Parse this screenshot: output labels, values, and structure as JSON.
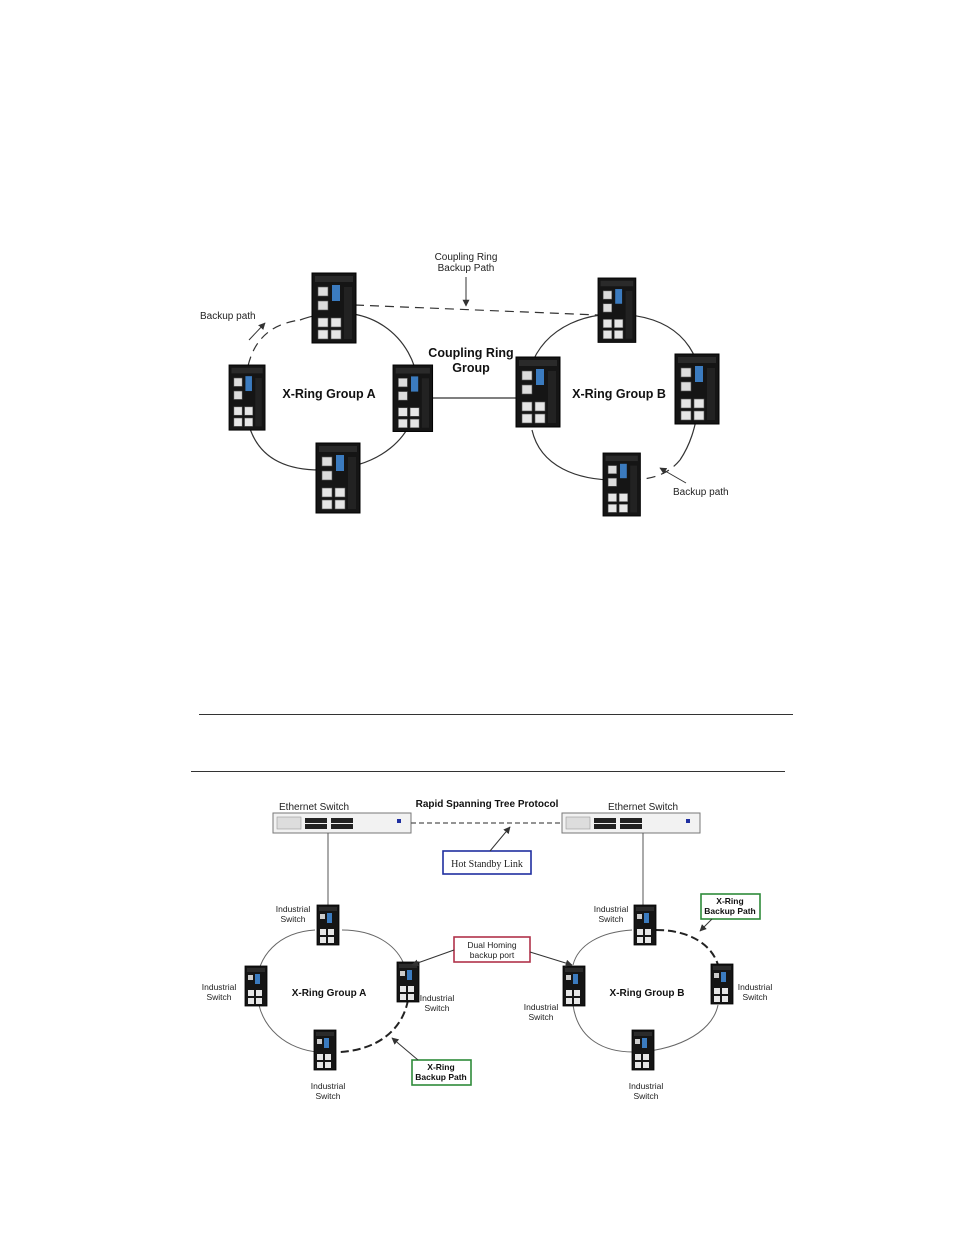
{
  "diagram1": {
    "coupling_backup_line1": "Coupling Ring",
    "coupling_backup_line2": "Backup Path",
    "backup_path_left": "Backup path",
    "backup_path_right": "Backup path",
    "coupling_group_line1": "Coupling Ring",
    "coupling_group_line2": "Group",
    "group_a": "X-Ring Group A",
    "group_b": "X-Ring Group B"
  },
  "diagram2": {
    "ethernet_switch_left": "Ethernet Switch",
    "ethernet_switch_right": "Ethernet Switch",
    "rstp": "Rapid Spanning Tree Protocol",
    "hot_standby": "Hot Standby Link",
    "dual_homing_line1": "Dual Homing",
    "dual_homing_line2": "backup port",
    "xring_backup_line1": "X-Ring",
    "xring_backup_line2": "Backup Path",
    "group_a": "X-Ring Group A",
    "group_b": "X-Ring Group B",
    "industrial": "Industrial",
    "switch": "Switch"
  },
  "colors": {
    "hot_standby_border": "#1f2fa0",
    "dual_homing_border": "#b0324a",
    "xring_backup_border": "#2e8b3a",
    "device_body": "#141414",
    "device_accent": "#3b7bbf"
  }
}
